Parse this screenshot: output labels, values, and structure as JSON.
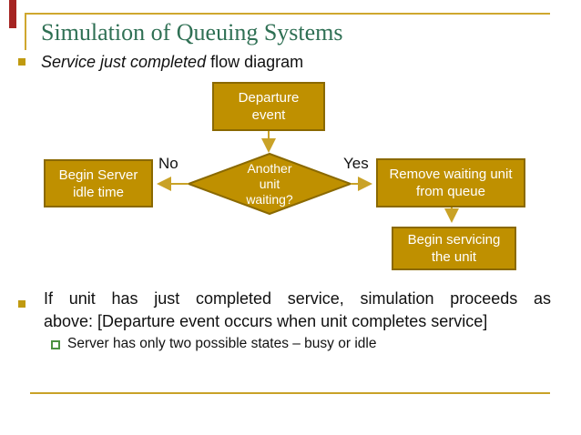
{
  "slide": {
    "title": "Simulation of Queuing Systems",
    "bullet1_italic": "Service just completed",
    "bullet1_rest": " flow diagram",
    "bullet2_line1": "If unit has just completed service, simulation proceeds as",
    "bullet2_line2": "above: [Departure event occurs when unit completes service]",
    "sub_bullet": "Server has only two possible states – busy or idle"
  },
  "flowchart": {
    "departure_box": "Departure\nevent",
    "decision_diamond": "Another\nunit\nwaiting?",
    "no_label": "No",
    "yes_label": "Yes",
    "idle_box": "Begin Server\nidle time",
    "remove_box": "Remove waiting unit\nfrom queue",
    "servicing_box": "Begin servicing\nthe unit"
  },
  "colors": {
    "box_fill": "#BF9000",
    "box_border": "#8A6900",
    "arrow_gold": "#C9A227",
    "title_green": "#2F7054",
    "accent_red": "#A52422",
    "bullet_gold": "#C09A10",
    "sub_bullet_green": "#4C9141"
  }
}
